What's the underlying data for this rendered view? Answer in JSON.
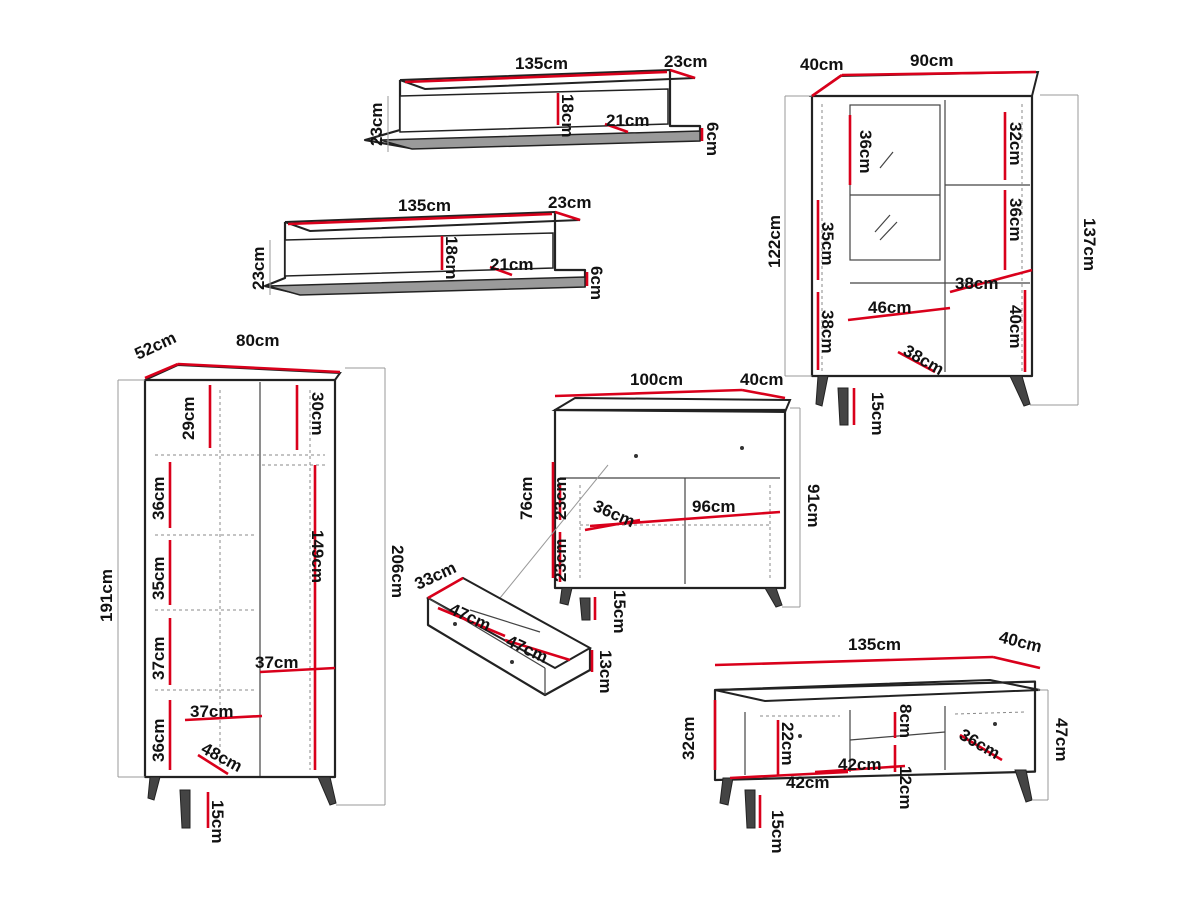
{
  "colors": {
    "outline": "#222222",
    "measure": "#d9001b",
    "helper": "#999999"
  },
  "shelf_a": {
    "width": "135cm",
    "depth": "23cm",
    "height": "23cm",
    "inner_height": "18cm",
    "inner_depth": "21cm",
    "thickness": "6cm"
  },
  "shelf_b": {
    "width": "135cm",
    "depth": "23cm",
    "height": "23cm",
    "inner_height": "18cm",
    "inner_depth": "21cm",
    "thickness": "6cm"
  },
  "highboard": {
    "depth": "40cm",
    "width": "90cm",
    "h1": "36cm",
    "h2": "35cm",
    "h3": "38cm",
    "r1": "32cm",
    "r2": "36cm",
    "r3": "40cm",
    "inner_w_left": "46cm",
    "inner_w_right": "38cm",
    "inner_depth": "38cm",
    "body_height": "122cm",
    "total_height": "137cm",
    "leg": "15cm"
  },
  "tall_cabinet": {
    "depth": "52cm",
    "width": "80cm",
    "s1": "29cm",
    "s2": "36cm",
    "s3": "35cm",
    "s4": "37cm",
    "s5": "36cm",
    "right_top": "30cm",
    "right_main": "149cm",
    "inner_w_right": "37cm",
    "inner_w_left": "37cm",
    "inner_depth": "48cm",
    "body_height": "191cm",
    "total_height": "206cm",
    "leg": "15cm"
  },
  "sideboard": {
    "width": "100cm",
    "depth": "40cm",
    "drawer_h": "23cm",
    "lower_h": "23cm",
    "body_h": "76cm",
    "total_h": "91cm",
    "inner_depth": "36cm",
    "inner_width": "96cm",
    "leg": "15cm"
  },
  "drawer": {
    "depth": "33cm",
    "w1": "47cm",
    "w2": "47cm",
    "height": "13cm"
  },
  "tv_stand": {
    "width": "135cm",
    "depth": "40cm",
    "body_h": "32cm",
    "total_h": "47cm",
    "left_h": "22cm",
    "left_w": "42cm",
    "mid_w": "42cm",
    "mid_h_top": "8cm",
    "mid_h_bottom": "12cm",
    "right_depth": "36cm",
    "leg": "15cm"
  }
}
